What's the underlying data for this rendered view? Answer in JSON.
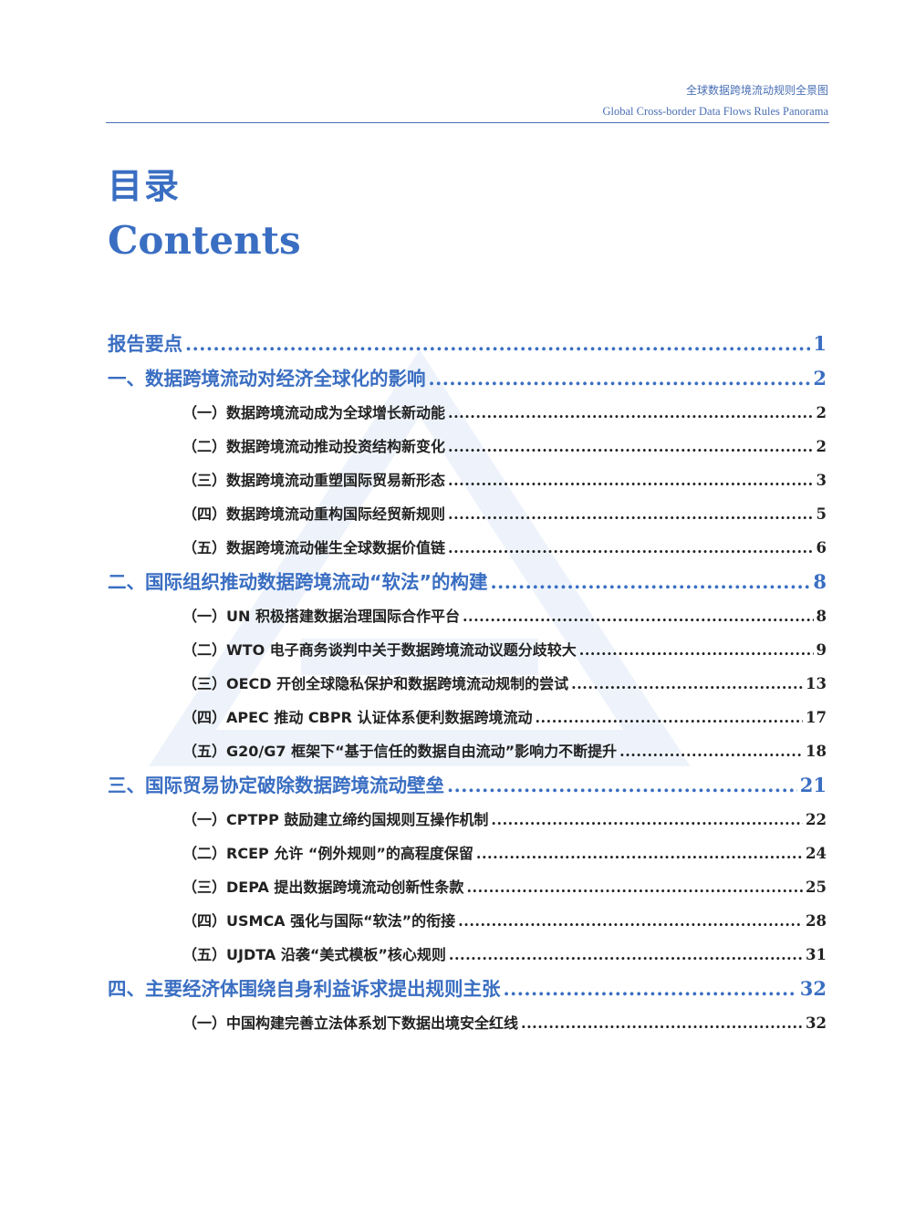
{
  "header": {
    "title_cn": "全球数据跨境流动规则全景图",
    "title_en": "Global Cross-border Data Flows Rules Panorama"
  },
  "page_title": {
    "cn": "目录",
    "en": "Contents"
  },
  "toc": [
    {
      "level": 1,
      "text": "报告要点",
      "page": "1"
    },
    {
      "level": 1,
      "text": "一、数据跨境流动对经济全球化的影响",
      "page": "2"
    },
    {
      "level": 2,
      "text": "（一）数据跨境流动成为全球增长新动能",
      "page": "2"
    },
    {
      "level": 2,
      "text": "（二）数据跨境流动推动投资结构新变化",
      "page": "2"
    },
    {
      "level": 2,
      "text": "（三）数据跨境流动重塑国际贸易新形态",
      "page": "3"
    },
    {
      "level": 2,
      "text": "（四）数据跨境流动重构国际经贸新规则",
      "page": "5"
    },
    {
      "level": 2,
      "text": "（五）数据跨境流动催生全球数据价值链",
      "page": "6"
    },
    {
      "level": 1,
      "text": "二、国际组织推动数据跨境流动“软法”的构建",
      "page": "8"
    },
    {
      "level": 2,
      "text": "（一）UN 积极搭建数据治理国际合作平台",
      "page": "8"
    },
    {
      "level": 2,
      "text": "（二）WTO 电子商务谈判中关于数据跨境流动议题分歧较大",
      "page": "9"
    },
    {
      "level": 2,
      "text": "（三）OECD 开创全球隐私保护和数据跨境流动规制的尝试",
      "page": "13"
    },
    {
      "level": 2,
      "text": "（四）APEC 推动 CBPR 认证体系便利数据跨境流动",
      "page": "17"
    },
    {
      "level": 2,
      "text": "（五）G20/G7 框架下“基于信任的数据自由流动”影响力不断提升",
      "page": "18"
    },
    {
      "level": 1,
      "text": "三、国际贸易协定破除数据跨境流动壁垒",
      "page": "21"
    },
    {
      "level": 2,
      "text": "（一）CPTPP 鼓励建立缔约国规则互操作机制",
      "page": "22"
    },
    {
      "level": 2,
      "text": "（二）RCEP 允许 “例外规则”的高程度保留",
      "page": "24"
    },
    {
      "level": 2,
      "text": "（三）DEPA 提出数据跨境流动创新性条款",
      "page": "25"
    },
    {
      "level": 2,
      "text": "（四）USMCA 强化与国际“软法”的衔接",
      "page": "28"
    },
    {
      "level": 2,
      "text": "（五）UJDTA 沿袭“美式模板”核心规则",
      "page": "31"
    },
    {
      "level": 1,
      "text": "四、主要经济体围绕自身利益诉求提出规则主张",
      "page": "32"
    },
    {
      "level": 2,
      "text": "（一）中国构建完善立法体系划下数据出境安全红线",
      "page": "32"
    }
  ]
}
